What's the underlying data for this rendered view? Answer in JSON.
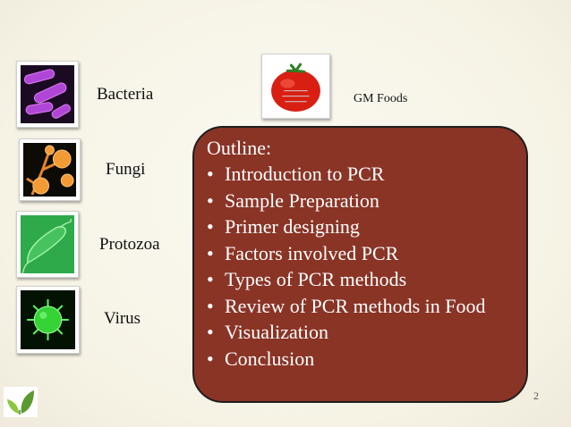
{
  "organisms": [
    {
      "name": "Bacteria",
      "icon": "bacteria-icon"
    },
    {
      "name": "Fungi",
      "icon": "fungi-icon"
    },
    {
      "name": "Protozoa",
      "icon": "protozoa-icon"
    },
    {
      "name": "Virus",
      "icon": "virus-icon"
    }
  ],
  "gm_foods": {
    "label": "GM Foods",
    "icon": "tomato-icon"
  },
  "outline": {
    "title": "Outline:",
    "items": [
      "Introduction to PCR",
      "Sample Preparation",
      "Primer designing",
      "Factors involved PCR",
      "Types of PCR methods",
      "Review of PCR methods in Food",
      "Visualization",
      "Conclusion"
    ]
  },
  "page_number": "2",
  "logo": {
    "icon": "leaf-logo-icon"
  },
  "colors": {
    "outline_bg": "#8a3426",
    "slide_bg": "#f7f4e8"
  }
}
